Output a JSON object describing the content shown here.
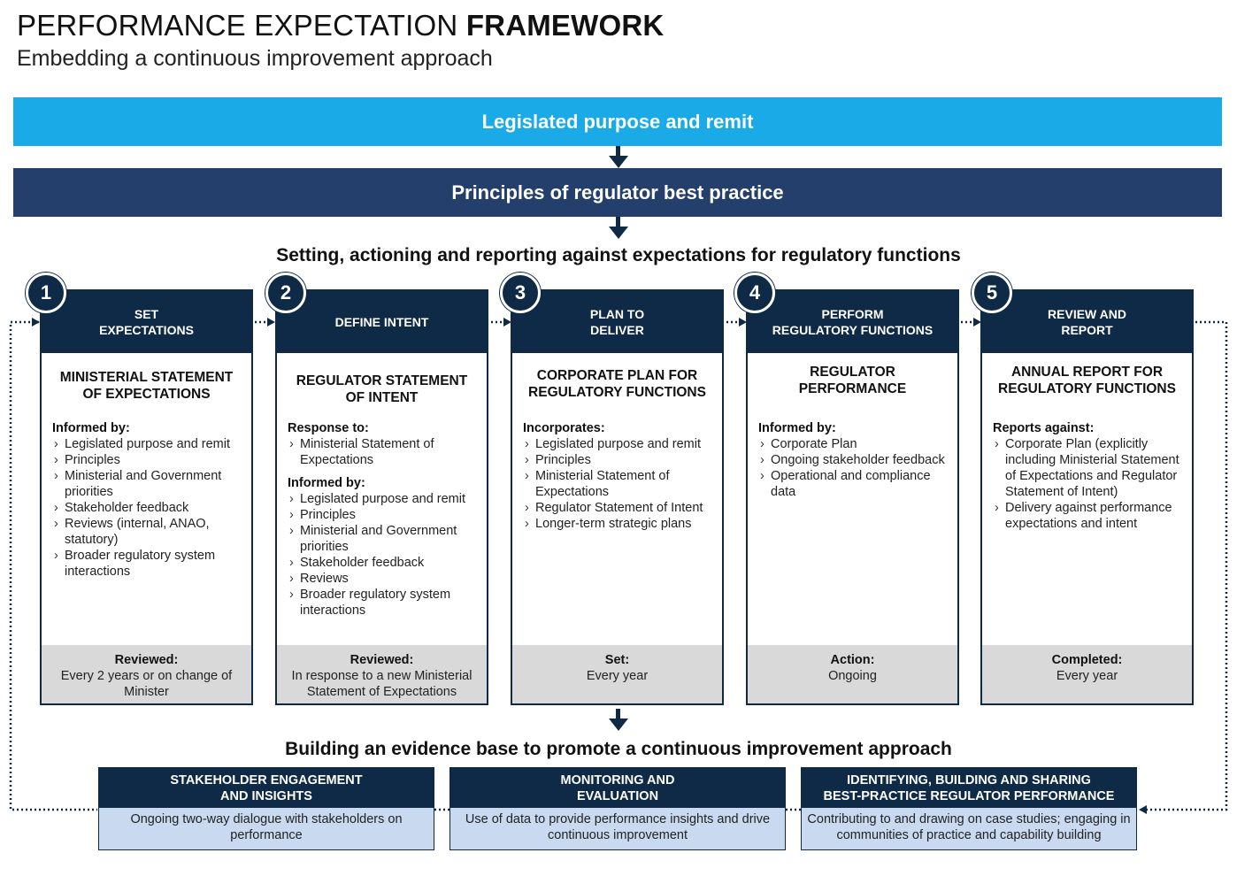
{
  "header": {
    "title_regular": "PERFORMANCE EXPECTATION",
    "title_bold": "FRAMEWORK",
    "subtitle": "Embedding a continuous improvement approach"
  },
  "bands": {
    "legislated": "Legislated purpose and remit",
    "principles": "Principles of regulator best practice"
  },
  "headings": {
    "setting": "Setting, actioning and reporting against expectations for regulatory functions",
    "building": "Building an evidence base to promote a continuous improvement approach"
  },
  "columns": [
    {
      "number": "1",
      "head": "SET\nEXPECTATIONS",
      "doc": "MINISTERIAL STATEMENT\nOF EXPECTATIONS",
      "groups": [
        {
          "title": "Informed by:",
          "items": [
            "Legislated purpose and remit",
            "Principles",
            "Ministerial and Government priorities",
            "Stakeholder feedback",
            "Reviews (internal, ANAO, statutory)",
            "Broader regulatory system interactions"
          ]
        }
      ],
      "foot_label": "Reviewed:",
      "foot_text": "Every 2 years or on change of Minister"
    },
    {
      "number": "2",
      "head": "DEFINE INTENT",
      "doc": "REGULATOR STATEMENT\nOF INTENT",
      "groups": [
        {
          "title": "Response to:",
          "items": [
            "Ministerial Statement of Expectations"
          ]
        },
        {
          "title": "Informed by:",
          "items": [
            "Legislated purpose and remit",
            "Principles",
            "Ministerial and Government priorities",
            "Stakeholder feedback",
            "Reviews",
            "Broader regulatory system interactions"
          ]
        }
      ],
      "foot_label": "Reviewed:",
      "foot_text": "In response to a new Ministerial Statement of Expectations"
    },
    {
      "number": "3",
      "head": "PLAN TO\nDELIVER",
      "doc": "CORPORATE PLAN FOR\nREGULATORY FUNCTIONS",
      "groups": [
        {
          "title": "Incorporates:",
          "items": [
            "Legislated purpose and remit",
            "Principles",
            "Ministerial Statement of Expectations",
            "Regulator Statement of Intent",
            "Longer-term strategic plans"
          ]
        }
      ],
      "foot_label": "Set:",
      "foot_text": "Every year"
    },
    {
      "number": "4",
      "head": "PERFORM\nREGULATORY FUNCTIONS",
      "doc": "REGULATOR\nPERFORMANCE",
      "groups": [
        {
          "title": "Informed by:",
          "items": [
            "Corporate Plan",
            "Ongoing stakeholder feedback",
            "Operational and compliance data"
          ]
        }
      ],
      "foot_label": "Action:",
      "foot_text": "Ongoing"
    },
    {
      "number": "5",
      "head": "REVIEW AND\nREPORT",
      "doc": "ANNUAL REPORT FOR\nREGULATORY FUNCTIONS",
      "groups": [
        {
          "title": "Reports against:",
          "items": [
            "Corporate Plan (explicitly including Ministerial Statement of Expectations and Regulator Statement of Intent)",
            "Delivery against performance expectations and intent"
          ]
        }
      ],
      "foot_label": "Completed:",
      "foot_text": "Every year"
    }
  ],
  "bottom": [
    {
      "head": "STAKEHOLDER ENGAGEMENT\nAND INSIGHTS",
      "body": "Ongoing two-way dialogue with stakeholders on performance"
    },
    {
      "head": "MONITORING AND\nEVALUATION",
      "body": "Use of data to provide performance insights and drive continuous improvement"
    },
    {
      "head": "IDENTIFYING, BUILDING AND SHARING\nBEST-PRACTICE REGULATOR PERFORMANCE",
      "body": "Contributing to and drawing on case studies; engaging in communities of practice and capability building"
    }
  ]
}
